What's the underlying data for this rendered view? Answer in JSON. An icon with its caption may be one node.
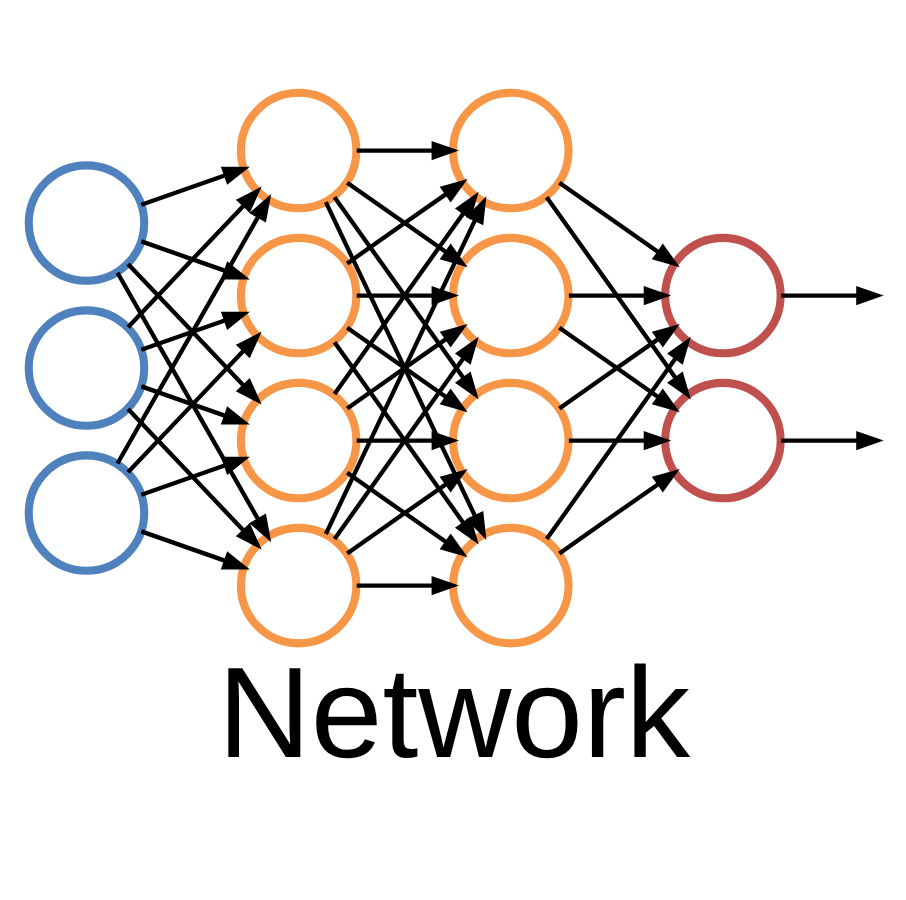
{
  "diagram": {
    "title": "Network",
    "nodes": [
      {
        "text": [],
        "shape": "circle"
      },
      {
        "text": [],
        "shape": "circle"
      },
      {
        "text": [],
        "shape": "circle"
      },
      {
        "text": [],
        "shape": "circle"
      },
      {
        "text": [],
        "shape": "circle"
      },
      {
        "text": [],
        "shape": "circle"
      },
      {
        "text": [],
        "shape": "circle"
      },
      {
        "text": [],
        "shape": "circle"
      },
      {
        "text": [],
        "shape": "circle"
      },
      {
        "text": [],
        "shape": "circle"
      },
      {
        "text": [],
        "shape": "circle"
      },
      {
        "text": [],
        "shape": "circle"
      },
      {
        "text": [],
        "shape": "circle"
      }
    ],
    "edges": [
      {
        "from": 0,
        "to": 3,
        "arrow": "to"
      },
      {
        "from": 0,
        "to": 4,
        "arrow": "to"
      },
      {
        "from": 0,
        "to": 5,
        "arrow": "to"
      },
      {
        "from": 0,
        "to": 6,
        "arrow": "to"
      },
      {
        "from": 1,
        "to": 3,
        "arrow": "to"
      },
      {
        "from": 1,
        "to": 4,
        "arrow": "to"
      },
      {
        "from": 1,
        "to": 5,
        "arrow": "to"
      },
      {
        "from": 1,
        "to": 6,
        "arrow": "to"
      },
      {
        "from": 2,
        "to": 3,
        "arrow": "to"
      },
      {
        "from": 2,
        "to": 4,
        "arrow": "to"
      },
      {
        "from": 2,
        "to": 5,
        "arrow": "to"
      },
      {
        "from": 2,
        "to": 6,
        "arrow": "to"
      },
      {
        "from": 3,
        "to": 7,
        "arrow": "to"
      },
      {
        "from": 3,
        "to": 8,
        "arrow": "to"
      },
      {
        "from": 3,
        "to": 9,
        "arrow": "to"
      },
      {
        "from": 3,
        "to": 10,
        "arrow": "to"
      },
      {
        "from": 4,
        "to": 7,
        "arrow": "to"
      },
      {
        "from": 4,
        "to": 8,
        "arrow": "to"
      },
      {
        "from": 4,
        "to": 9,
        "arrow": "to"
      },
      {
        "from": 4,
        "to": 10,
        "arrow": "to"
      },
      {
        "from": 5,
        "to": 7,
        "arrow": "to"
      },
      {
        "from": 5,
        "to": 8,
        "arrow": "to"
      },
      {
        "from": 5,
        "to": 9,
        "arrow": "to"
      },
      {
        "from": 5,
        "to": 10,
        "arrow": "to"
      },
      {
        "from": 6,
        "to": 7,
        "arrow": "to"
      },
      {
        "from": 6,
        "to": 8,
        "arrow": "to"
      },
      {
        "from": 6,
        "to": 9,
        "arrow": "to"
      },
      {
        "from": 6,
        "to": 10,
        "arrow": "to"
      },
      {
        "from": 7,
        "to": 11,
        "arrow": "to"
      },
      {
        "from": 7,
        "to": 12,
        "arrow": "to"
      },
      {
        "from": 8,
        "to": 11,
        "arrow": "to"
      },
      {
        "from": 8,
        "to": 12,
        "arrow": "to"
      },
      {
        "from": 9,
        "to": 11,
        "arrow": "to"
      },
      {
        "from": 9,
        "to": 12,
        "arrow": "to"
      },
      {
        "from": 10,
        "to": 11,
        "arrow": "to"
      },
      {
        "from": 10,
        "to": 12,
        "arrow": "to"
      },
      {
        "from": 11,
        "to": null,
        "arrow": "to"
      },
      {
        "from": 12,
        "to": null,
        "arrow": "to"
      }
    ]
  }
}
